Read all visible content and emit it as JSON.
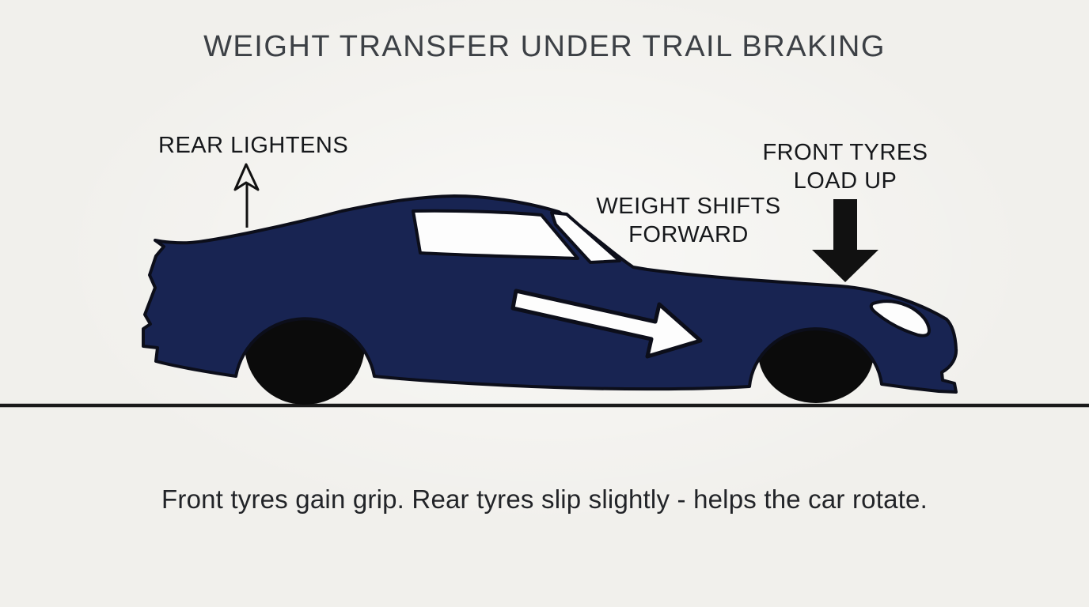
{
  "title": "WEIGHT TRANSFER UNDER TRAIL BRAKING",
  "annotations": {
    "rear": {
      "label": "REAR LIGHTENS"
    },
    "weight_shift": {
      "line1": "WEIGHT SHIFTS",
      "line2": "FORWARD"
    },
    "front": {
      "line1": "FRONT TYRES",
      "line2": "LOAD UP"
    }
  },
  "caption": "Front tyres gain grip. Rear tyres slip slightly - helps the car rotate.",
  "colors": {
    "background": "#f1f0ec",
    "car_body": "#182452",
    "outline": "#0c0e1a",
    "wheel": "#0b0b0b",
    "window_white": "#fdfdfd",
    "label_text": "#16181b",
    "title_text": "#3c4045",
    "caption_text": "#222428",
    "ground_line": "#1a1a1a",
    "arrow_black": "#111111"
  }
}
